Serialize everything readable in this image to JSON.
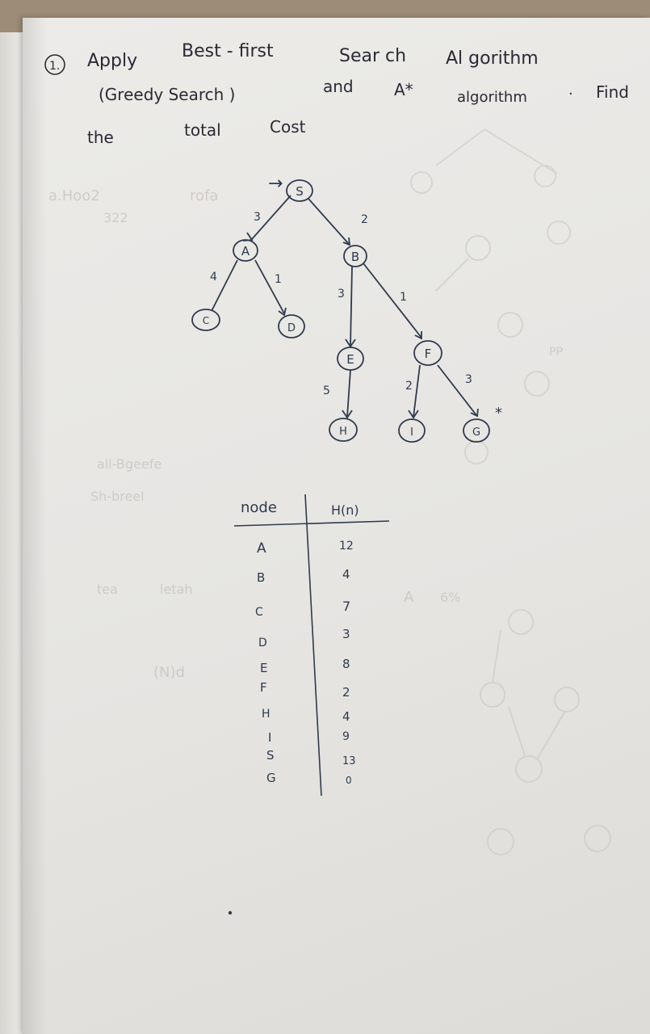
{
  "question": {
    "number": "1.",
    "line1": {
      "w1": "Apply",
      "w2": "Best - first",
      "w3": "Sear ch",
      "w4": "Al gorithm"
    },
    "line2": {
      "w1": "(Greedy Search )",
      "w2": "and",
      "w3": "A*",
      "w4": "algorithm",
      "w5": "·",
      "w6": "Find"
    },
    "line3": {
      "w1": "the",
      "w2": "total",
      "w3": "Cost"
    }
  },
  "tree": {
    "start_arrow": "→",
    "nodes": {
      "S": "S",
      "A": "A",
      "B": "B",
      "C": "C",
      "D": "D",
      "E": "E",
      "F": "F",
      "H": "H",
      "I": "I",
      "G": "G"
    },
    "edge_costs": {
      "S_A": "3",
      "S_B": "2",
      "A_C": "4",
      "A_D": "1",
      "B_E": "3",
      "B_F": "1",
      "E_H": "5",
      "F_I": "2",
      "F_G": "3"
    },
    "goal_mark": "*"
  },
  "table": {
    "header_node": "node",
    "header_h": "H(n)",
    "rows": [
      {
        "node": "A",
        "h": "12"
      },
      {
        "node": "B",
        "h": "4"
      },
      {
        "node": "C",
        "h": "7"
      },
      {
        "node": "D",
        "h": "3"
      },
      {
        "node": "E",
        "h": "8"
      },
      {
        "node": "F",
        "h": "2"
      },
      {
        "node": "H",
        "h": "4"
      },
      {
        "node": "I",
        "h": "9"
      },
      {
        "node": "S",
        "h": "13"
      },
      {
        "node": "G",
        "h": "0"
      }
    ]
  },
  "colors": {
    "ink": "#2b2a35",
    "pencil_blue": "#2f3a4c",
    "paper": "#e9e8e5",
    "desk": "#8d7f6e"
  }
}
